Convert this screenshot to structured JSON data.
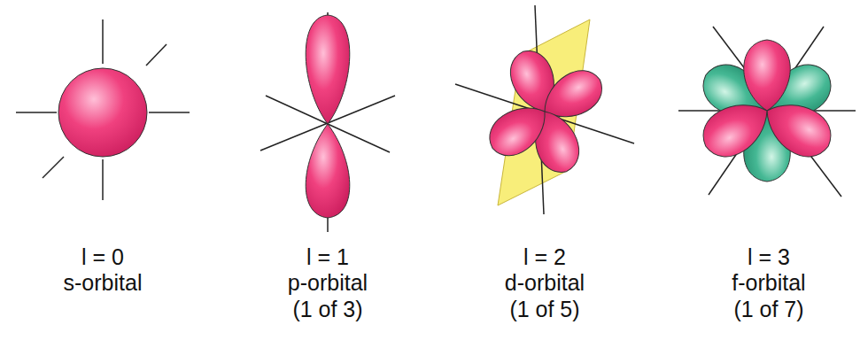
{
  "diagram": {
    "labels": [
      "l = 0",
      "s-orbital",
      "l = 1",
      "p-orbital",
      "(1 of 3)",
      "l = 2",
      "d-orbital",
      "(1 of 5)",
      "l = 3",
      "f-orbital",
      "(1 of 7)"
    ]
  }
}
